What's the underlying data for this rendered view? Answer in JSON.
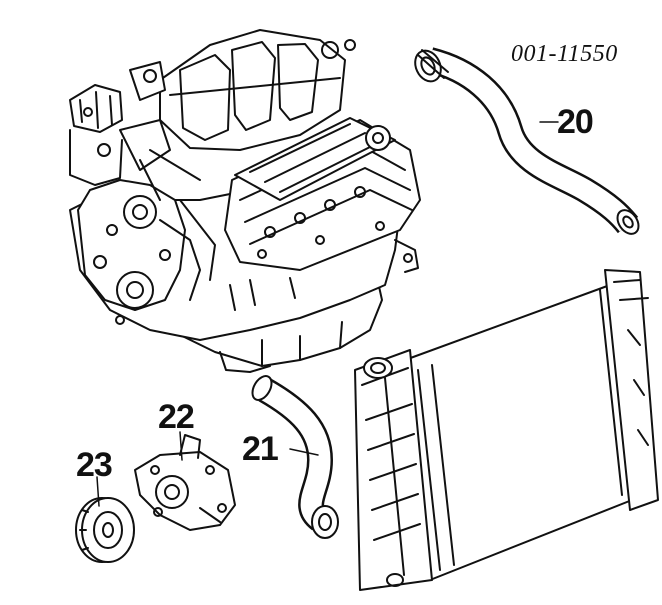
{
  "reference_number": "001-11550",
  "callouts": {
    "upper_hose": "20",
    "lower_hose": "21",
    "water_pump": "22",
    "pulley": "23"
  }
}
